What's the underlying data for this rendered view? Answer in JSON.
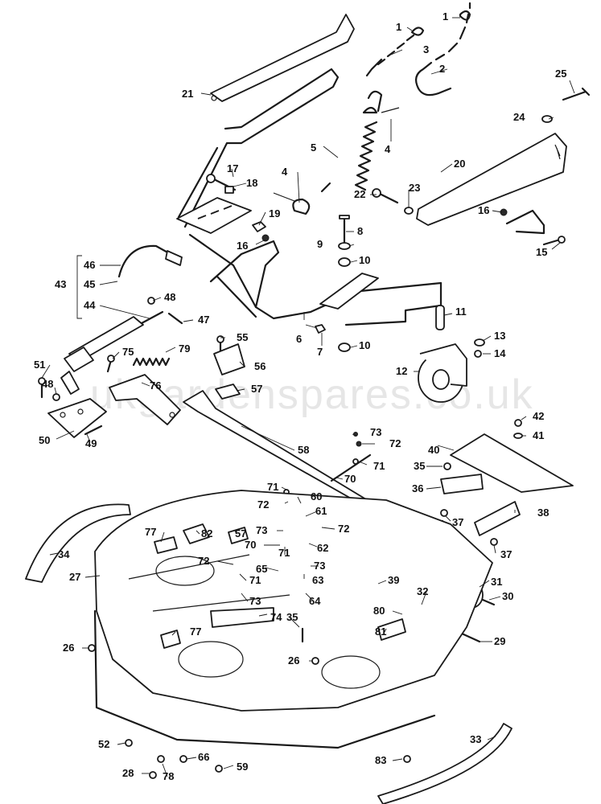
{
  "watermark": "ukgardenspares.co.uk",
  "callouts": {
    "c1a": "1",
    "c1b": "1",
    "c2": "2",
    "c3": "3",
    "c4a": "4",
    "c4b": "4",
    "c5": "5",
    "c6": "6",
    "c7": "7",
    "c8": "8",
    "c9": "9",
    "c10a": "10",
    "c10b": "10",
    "c11": "11",
    "c12": "12",
    "c13": "13",
    "c14": "14",
    "c15": "15",
    "c16a": "16",
    "c16b": "16",
    "c17": "17",
    "c18": "18",
    "c19": "19",
    "c20": "20",
    "c21": "21",
    "c22": "22",
    "c23": "23",
    "c24": "24",
    "c25": "25",
    "c26a": "26",
    "c26b": "26",
    "c27": "27",
    "c28": "28",
    "c29": "29",
    "c30": "30",
    "c31": "31",
    "c32": "32",
    "c33": "33",
    "c34": "34",
    "c35a": "35",
    "c35b": "35",
    "c36": "36",
    "c37a": "37",
    "c37b": "37",
    "c38": "38",
    "c39": "39",
    "c40": "40",
    "c41": "41",
    "c42": "42",
    "c43": "43",
    "c44": "44",
    "c45": "45",
    "c46": "46",
    "c47": "47",
    "c48a": "48",
    "c48b": "48",
    "c49": "49",
    "c50": "50",
    "c51": "51",
    "c52": "52",
    "c55": "55",
    "c56": "56",
    "c57a": "57",
    "c57b": "57",
    "c58": "58",
    "c59": "59",
    "c60": "60",
    "c61": "61",
    "c62": "62",
    "c63": "63",
    "c64": "64",
    "c65": "65",
    "c66": "66",
    "c70a": "70",
    "c70b": "70",
    "c71a": "71",
    "c71b": "71",
    "c71c": "71",
    "c71d": "71",
    "c72a": "72",
    "c72b": "72",
    "c72c": "72",
    "c72d": "72",
    "c73a": "73",
    "c73b": "73",
    "c73c": "73",
    "c73d": "73",
    "c74": "74",
    "c75": "75",
    "c76": "76",
    "c77a": "77",
    "c77b": "77",
    "c78": "78",
    "c79": "79",
    "c80": "80",
    "c81": "81",
    "c82": "82",
    "c83": "83"
  }
}
